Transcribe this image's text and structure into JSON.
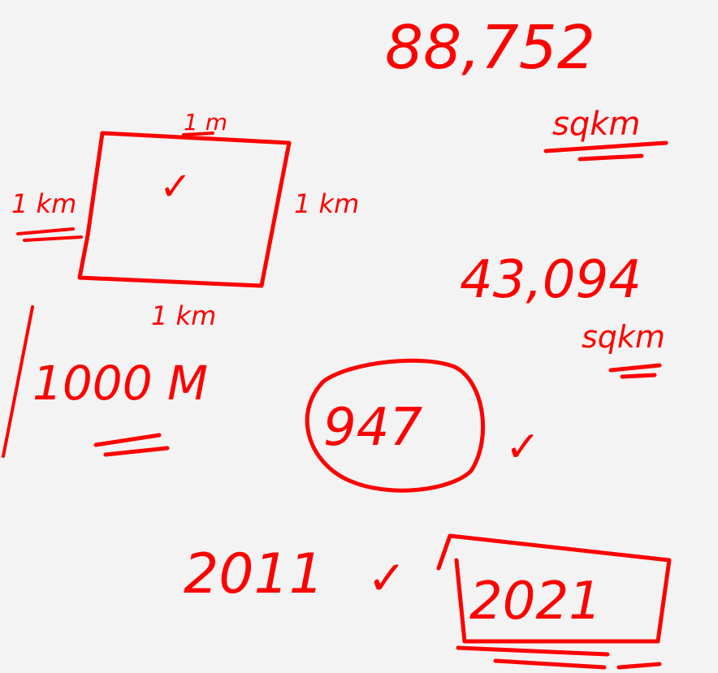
{
  "ink_color": "#ff0000",
  "background_color": "#f3f3f3",
  "annotations": {
    "number_top": "88,752",
    "unit_top": "sqkm",
    "square_top_label": "1 m",
    "square_left_label": "1 km",
    "square_right_label": "1 km",
    "square_bottom_label": "1 km",
    "square_center_mark": "✓",
    "number_middle": "43,094",
    "unit_middle": "sqkm",
    "meters_label": "1000 M",
    "circled_number": "947",
    "check_mark_circle": "✓",
    "year_left": "2011",
    "check_mark_year": "✓",
    "year_boxed": "2021"
  }
}
